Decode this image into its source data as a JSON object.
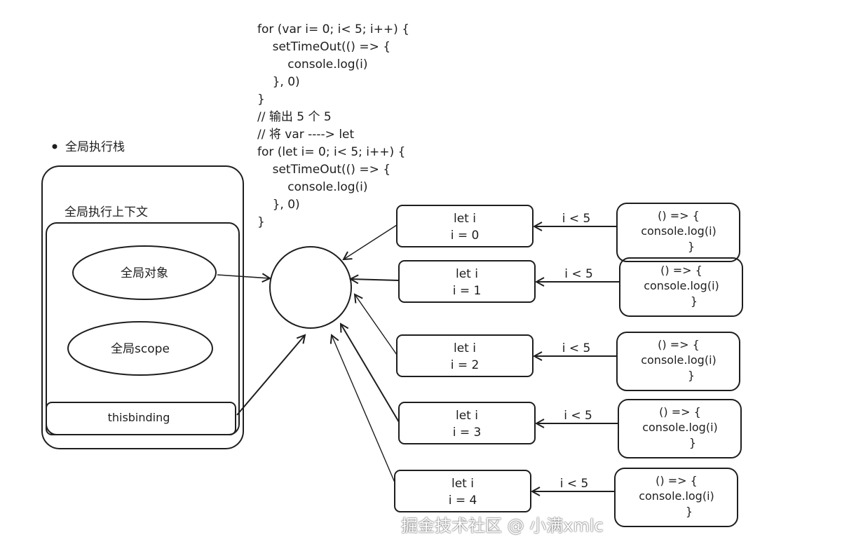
{
  "code_lines": [
    "for (var i= 0; i< 5; i++) {",
    "    setTimeOut(() => {",
    "        console.log(i)",
    "    }, 0)",
    "}",
    "// 输出 5 个 5",
    "// 将 var ----> let",
    "for (let i= 0; i< 5; i++) {",
    "    setTimeOut(() => {",
    "        console.log(i)",
    "    }, 0)",
    "}"
  ],
  "stack": {
    "title": "全局执行栈",
    "context_label": "全局执行上下文",
    "global_object": "全局对象",
    "global_scope": "全局scope",
    "this_binding": "thisbinding"
  },
  "iterations": [
    {
      "decl": "let i",
      "value": "i = 0",
      "condition": "i < 5",
      "cb1": "() => {",
      "cb2": "console.log(i)",
      "cb3": "}"
    },
    {
      "decl": "let i",
      "value": "i = 1",
      "condition": "i < 5",
      "cb1": "() => {",
      "cb2": "console.log(i)",
      "cb3": "}"
    },
    {
      "decl": "let i",
      "value": "i = 2",
      "condition": "i < 5",
      "cb1": "() => {",
      "cb2": "console.log(i)",
      "cb3": "}"
    },
    {
      "decl": "let i",
      "value": "i = 3",
      "condition": "i < 5",
      "cb1": "() => {",
      "cb2": "console.log(i)",
      "cb3": "}"
    },
    {
      "decl": "let i",
      "value": "i = 4",
      "condition": "i < 5",
      "cb1": "() => {",
      "cb2": "console.log(i)",
      "cb3": "}"
    }
  ],
  "watermark": "掘金技术社区 @ 小满xmlc"
}
